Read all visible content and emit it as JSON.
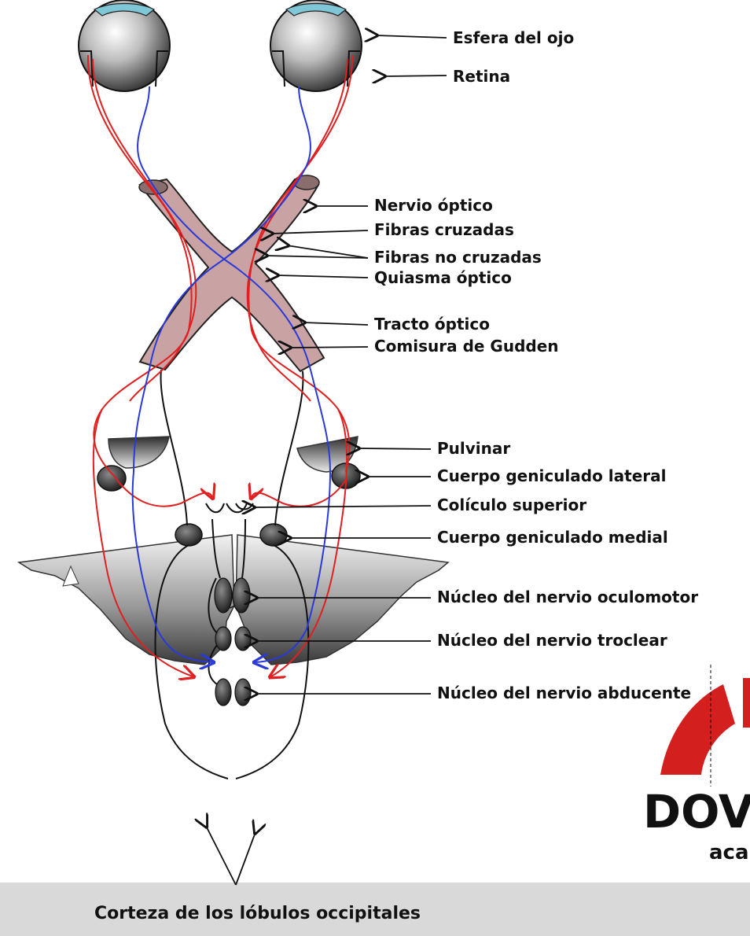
{
  "labels": {
    "esfera": "Esfera del ojo",
    "retina": "Retina",
    "nervio_optico": "Nervio óptico",
    "fibras_cruzadas": "Fibras cruzadas",
    "fibras_no_cruzadas": "Fibras no cruzadas",
    "quiasma": "Quiasma óptico",
    "tracto": "Tracto óptico",
    "comisura": "Comisura de Gudden",
    "pulvinar": "Pulvinar",
    "cgl": "Cuerpo geniculado lateral",
    "coliculo": "Colículo superior",
    "cgm": "Cuerpo geniculado medial",
    "oculomotor": "Núcleo del nervio oculomotor",
    "troclear": "Núcleo del nervio troclear",
    "abducente": "Núcleo del nervio abducente",
    "corteza": "Corteza de los lóbulos occipitales"
  },
  "logo": {
    "text": "DOV",
    "subtext": "aca"
  },
  "colors": {
    "red_fiber": "#e02020",
    "blue_fiber": "#2a3ad8",
    "chiasm_fill": "#c9a3a3",
    "footer_band": "#d9d9d9",
    "logo_red": "#d41f1f"
  }
}
